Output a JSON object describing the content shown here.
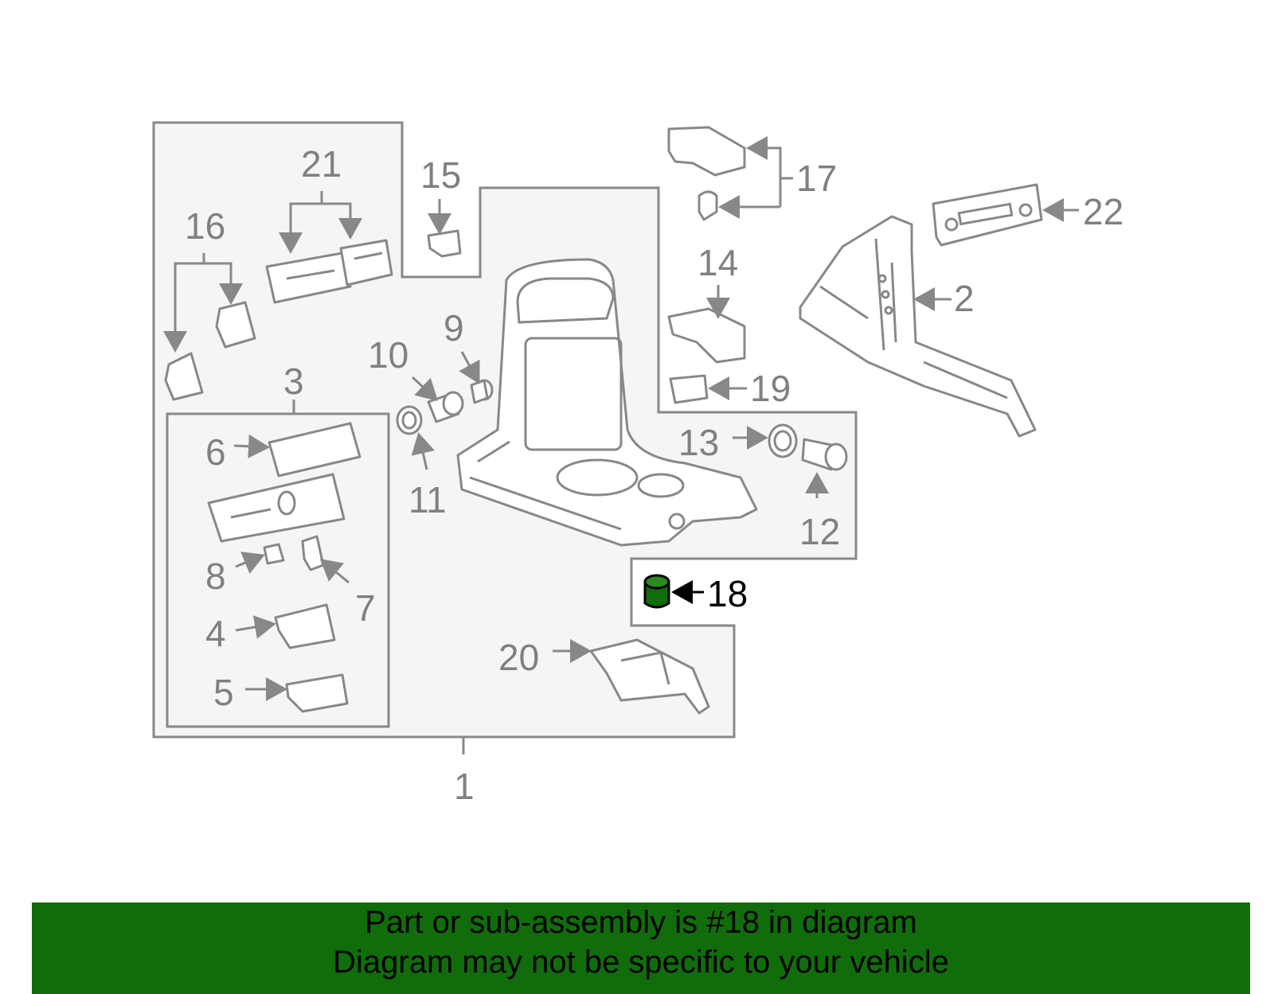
{
  "callouts": {
    "n1": "1",
    "n2": "2",
    "n3": "3",
    "n4": "4",
    "n5": "5",
    "n6": "6",
    "n7": "7",
    "n8": "8",
    "n9": "9",
    "n10": "10",
    "n11": "11",
    "n12": "12",
    "n13": "13",
    "n14": "14",
    "n15": "15",
    "n16": "16",
    "n17": "17",
    "n18": "18",
    "n19": "19",
    "n20": "20",
    "n21": "21",
    "n22": "22"
  },
  "highlight": {
    "part": "18",
    "color": "#116d0b"
  },
  "banner": {
    "line1": "Part or sub-assembly is #18 in diagram",
    "line2": "Diagram may not be specific to your vehicle",
    "background": "#116d0b"
  }
}
